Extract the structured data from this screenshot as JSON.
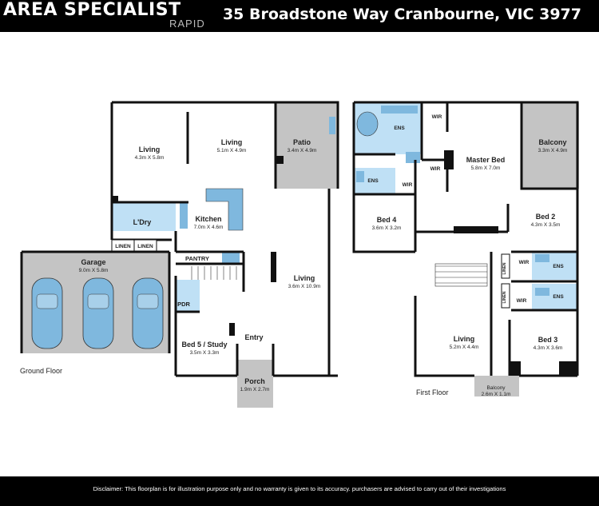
{
  "brand": {
    "name": "AREA SPECIALIST",
    "sub": "RAPID"
  },
  "address": "35 Broadstone Way Cranbourne, VIC 3977",
  "floors": {
    "ground": "Ground Floor",
    "first": "First Floor"
  },
  "rooms": {
    "living_left": {
      "name": "Living",
      "dims": "4.3m X 5.8m"
    },
    "living_top": {
      "name": "Living",
      "dims": "5.1m X 4.9m"
    },
    "patio": {
      "name": "Patio",
      "dims": "3.4m X 4.9m"
    },
    "ldry": {
      "name": "L'Dry"
    },
    "kitchen": {
      "name": "Kitchen",
      "dims": "7.0m X 4.6m"
    },
    "linen1": {
      "name": "LINEN"
    },
    "linen2": {
      "name": "LINEN"
    },
    "pantry": {
      "name": "PANTRY"
    },
    "garage": {
      "name": "Garage",
      "dims": "9.0m X 5.8m"
    },
    "living_main": {
      "name": "Living",
      "dims": "3.6m X 10.9m"
    },
    "pdr": {
      "name": "PDR"
    },
    "bed5": {
      "name": "Bed 5 / Study",
      "dims": "3.5m X 3.3m"
    },
    "entry": {
      "name": "Entry"
    },
    "porch": {
      "name": "Porch",
      "dims": "1.9m X 2.7m"
    },
    "ens_master": {
      "name": "ENS"
    },
    "wir_top": {
      "name": "WIR"
    },
    "master": {
      "name": "Master Bed",
      "dims": "5.8m X 7.0m"
    },
    "wir_master": {
      "name": "WIR"
    },
    "balcony_top": {
      "name": "Balcony",
      "dims": "3.3m X 4.9m"
    },
    "ens_bed4": {
      "name": "ENS"
    },
    "wir_bed4": {
      "name": "WIR"
    },
    "bed4": {
      "name": "Bed 4",
      "dims": "3.6m X 3.2m"
    },
    "bed2": {
      "name": "Bed 2",
      "dims": "4.3m X 3.5m"
    },
    "wir_bed2": {
      "name": "WIR"
    },
    "ens_bed2": {
      "name": "ENS"
    },
    "linen3": {
      "name": "LINEN"
    },
    "linen4": {
      "name": "LINEN"
    },
    "wir_bed3": {
      "name": "WIR"
    },
    "ens_bed3": {
      "name": "ENS"
    },
    "living_first": {
      "name": "Living",
      "dims": "5.2m X 4.4m"
    },
    "bed3": {
      "name": "Bed 3",
      "dims": "4.3m X 3.6m"
    },
    "balcony_bottom": {
      "name": "Balcony",
      "dims": "2.6m X 1.1m"
    }
  },
  "disclaimer": "Disclaimer: This floorplan is for illustration purpose only and no warranty is given to its accuracy. purchasers are advised to carry out of their investigations",
  "colors": {
    "wet_area": "#bfe0f5",
    "outdoor": "#c4c4c4",
    "fixture": "#7fb8de",
    "wall": "#111111"
  }
}
